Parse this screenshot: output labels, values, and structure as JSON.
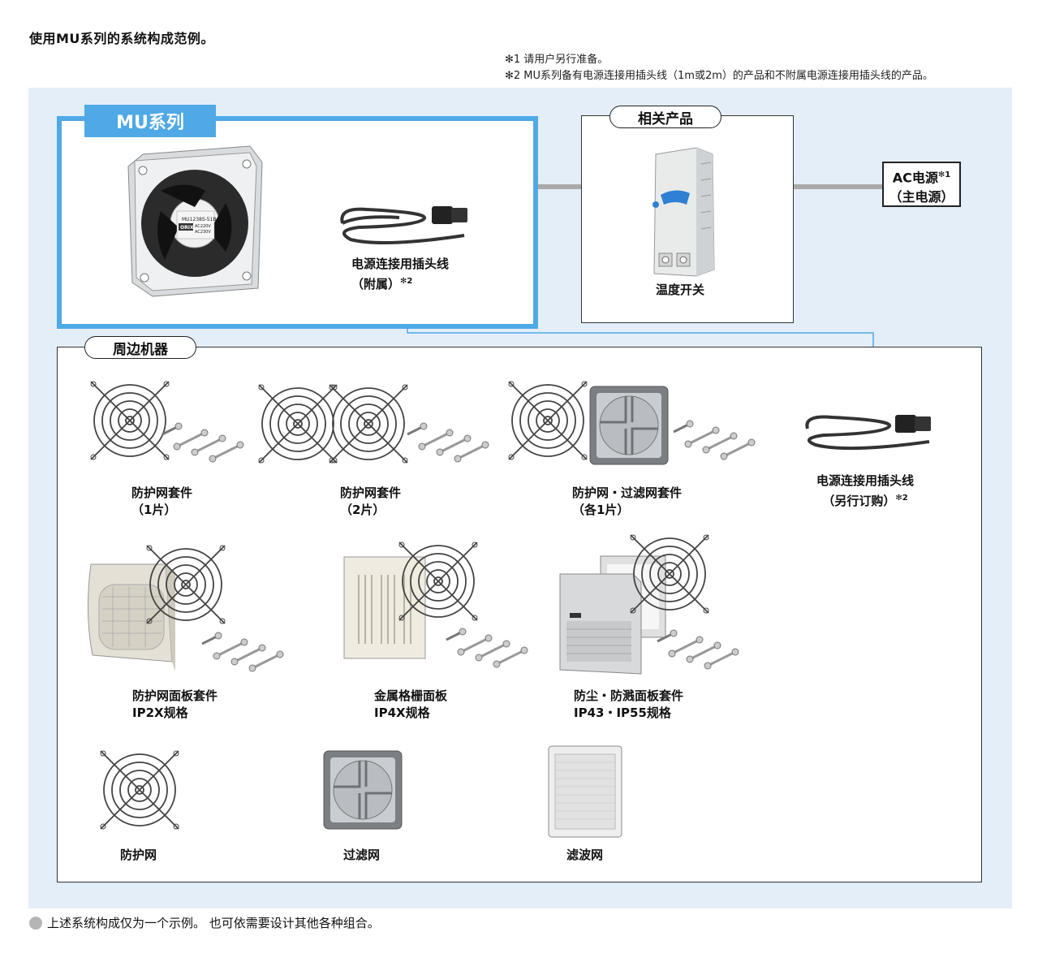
{
  "header": {
    "title": "使用MU系列的系统构成范例。",
    "note1": "✻1 请用户另行准备。",
    "note2": "✻2 MU系列备有电源连接用插头线（1m或2m）的产品和不附属电源连接用插头线的产品。"
  },
  "groups": {
    "mu_series": "MU系列",
    "related": "相关产品",
    "peripheral": "周边机器"
  },
  "ac_power": {
    "line1": "AC电源",
    "mark": "✻1",
    "line2": "（主电源）"
  },
  "items": {
    "cord_included": {
      "line1": "电源连接用插头线",
      "line2": "（附属）",
      "mark": "✻2"
    },
    "thermo_switch": {
      "line1": "温度开关"
    },
    "cord_separate": {
      "line1": "电源连接用插头线",
      "line2": "（另行订购）",
      "mark": "✻2"
    },
    "guard_kit_1": {
      "line1": "防护网套件",
      "line2": "（1片）"
    },
    "guard_kit_2": {
      "line1": "防护网套件",
      "line2": "（2片）"
    },
    "guard_filter_kit": {
      "line1": "防护网・过滤网套件",
      "line2": "（各1片）"
    },
    "guard_panel_kit": {
      "line1": "防护网面板套件",
      "line2": "IP2X规格"
    },
    "metal_grille": {
      "line1": "金属格栅面板",
      "line2": "IP4X规格"
    },
    "dust_splash_kit": {
      "line1": "防尘・防溅面板套件",
      "line2": "IP43・IP55规格"
    },
    "guard": {
      "line1": "防护网"
    },
    "filter": {
      "line1": "过滤网"
    },
    "filter_mesh": {
      "line1": "滤波网"
    }
  },
  "fan_label": {
    "brand": "ORIX",
    "model": "MU1238S-51B",
    "volt1": "AC220V",
    "volt2": "AC230V"
  },
  "footer": {
    "text": "上述系统构成仅为一个示例。 也可依需要设计其他各种组合。"
  },
  "colors": {
    "accent": "#4fa9e6",
    "panel_bg": "#e3eef9",
    "wire": "#aaaaaa"
  }
}
